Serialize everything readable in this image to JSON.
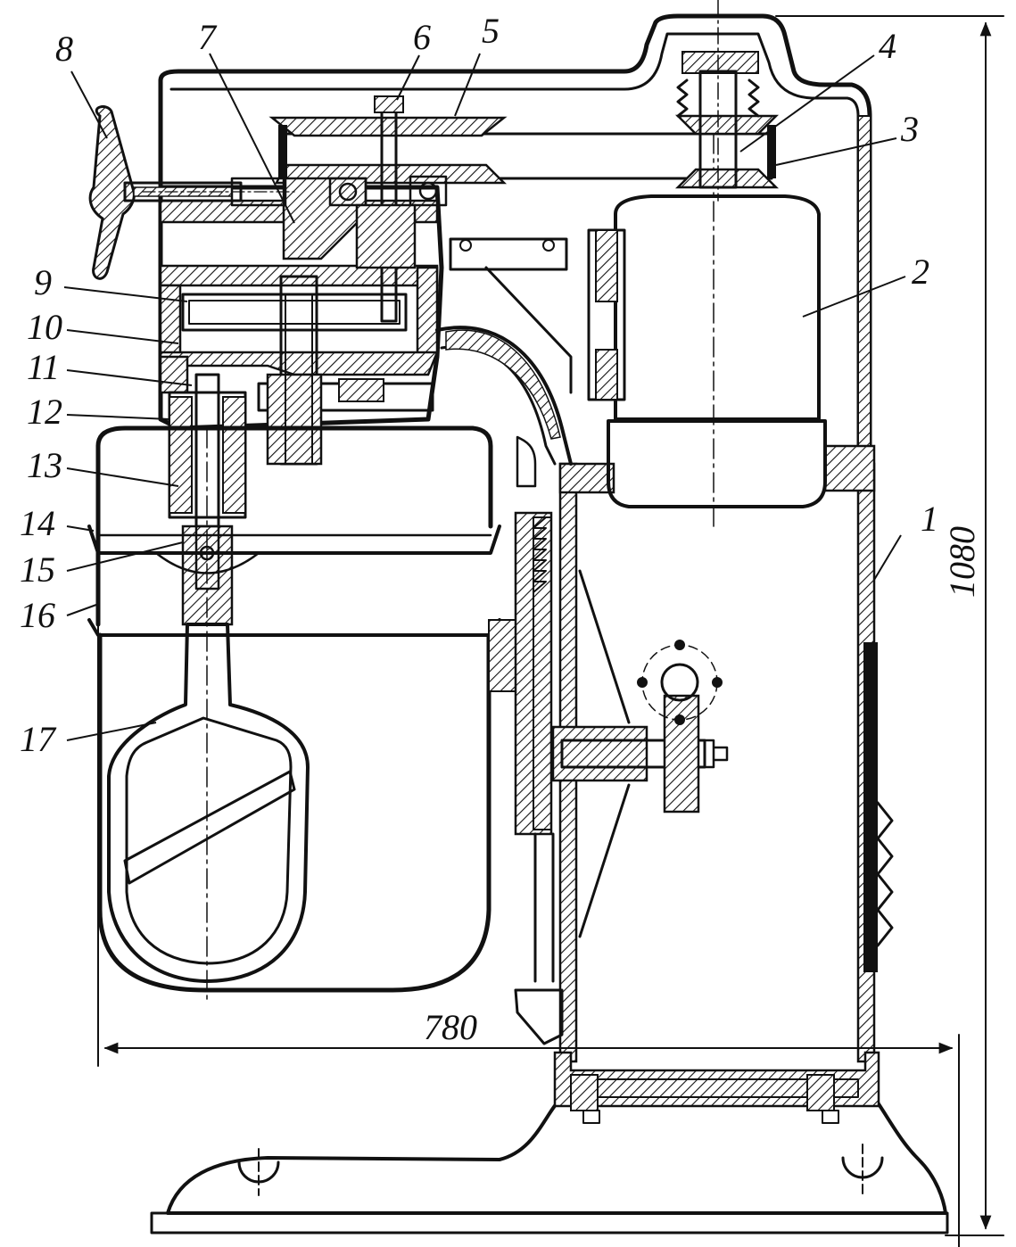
{
  "colors": {
    "ink": "#111111",
    "paper": "#ffffff"
  },
  "callouts": [
    "1",
    "2",
    "3",
    "4",
    "5",
    "6",
    "7",
    "8",
    "9",
    "10",
    "11",
    "12",
    "13",
    "14",
    "15",
    "16",
    "17"
  ],
  "dimensions": {
    "width_label": "780",
    "height_label": "1080"
  }
}
